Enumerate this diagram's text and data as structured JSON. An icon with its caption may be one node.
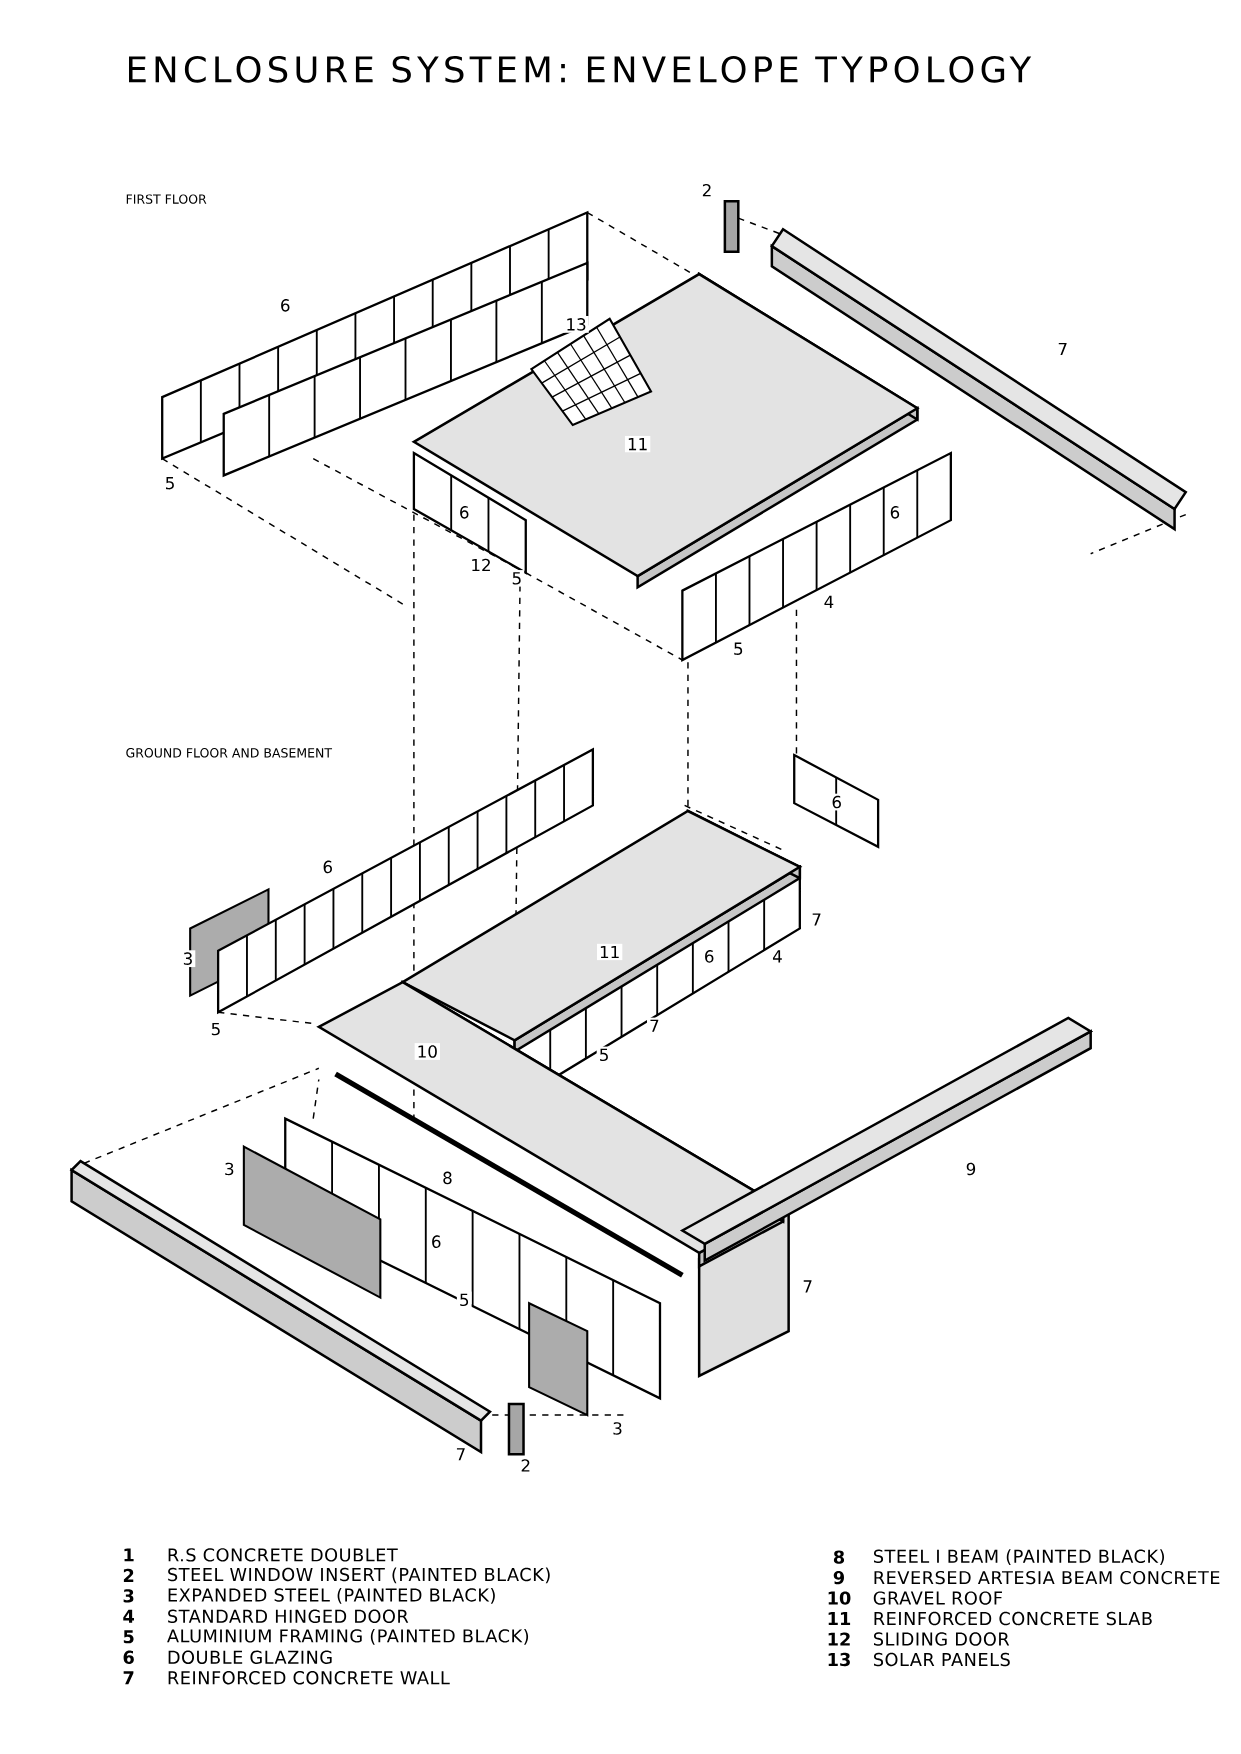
{
  "diagram": {
    "title": "ENCLOSURE SYSTEM: ENVELOPE TYPOLOGY",
    "labels": [
      "FIRST FLOOR",
      "2",
      "6",
      "13",
      "7",
      "11",
      "5",
      "6",
      "6",
      "12",
      "5",
      "4",
      "5",
      "GROUND FLOOR AND BASEMENT",
      "6",
      "6",
      "7",
      "11",
      "3",
      "6",
      "4",
      "5",
      "7",
      "10",
      "5",
      "3",
      "9",
      "8",
      "6",
      "7",
      "5",
      "3",
      "7",
      "2",
      "1",
      "R.S CONCRETE DOUBLET",
      "2",
      "STEEL WINDOW INSERT (PAINTED BLACK)",
      "3",
      "EXPANDED STEEL (PAINTED BLACK)",
      "4",
      "STANDARD HINGED DOOR",
      "5",
      "ALUMINIUM FRAMING (PAINTED BLACK)",
      "6",
      "DOUBLE GLAZING",
      "7",
      "REINFORCED CONCRETE WALL",
      "8",
      "STEEL I BEAM (PAINTED BLACK)",
      "9",
      "REVERSED ARTESIA BEAM CONCRETE",
      "10",
      "GRAVEL ROOF",
      "11",
      "REINFORCED CONCRETE SLAB",
      "12",
      "SLIDING DOOR",
      "13",
      "SOLAR PANELS"
    ]
  }
}
